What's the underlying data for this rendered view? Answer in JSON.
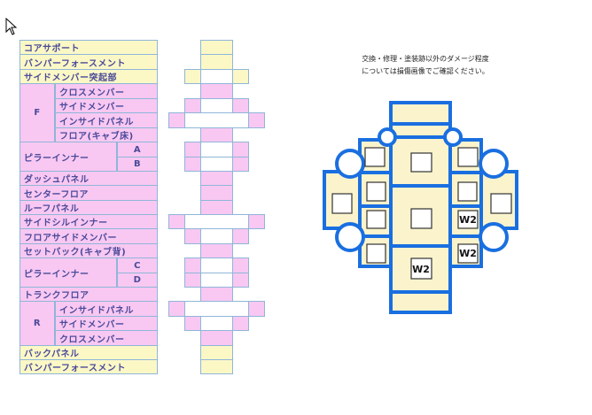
{
  "table": {
    "rows": [
      "コアサポート",
      "バンパーフォースメント",
      "サイドメンバー突起部"
    ],
    "f_group": {
      "label": "F",
      "items": [
        "クロスメンバー",
        "サイドメンバー",
        "インサイドパネル",
        "フロア(キャブ床)"
      ]
    },
    "pillar_front": {
      "label": "ピラーインナー",
      "subs": [
        "A",
        "B"
      ]
    },
    "mid_rows": [
      "ダッシュパネル",
      "センターフロア",
      "ルーフパネル",
      "サイドシルインナー",
      "フロアサイドメンバー",
      "セットバック(キャブ背)"
    ],
    "pillar_rear": {
      "label": "ピラーインナー",
      "subs": [
        "C",
        "D"
      ]
    },
    "trunk": "トランクフロア",
    "r_group": {
      "label": "R",
      "items": [
        "インサイドパネル",
        "サイドメンバー",
        "クロスメンバー"
      ]
    },
    "end_rows": [
      "バックパネル",
      "バンパーフォースメント"
    ]
  },
  "note": {
    "line1": "交換・修理・塗装跡以外のダメージ程度",
    "line2": "については損傷画像でご確認ください。"
  },
  "car_diagram": {
    "marks": {
      "right_mid": "W2",
      "right_rear": "W2",
      "center_rear": "W2"
    }
  },
  "colors": {
    "yellow": "#fbf8c6",
    "pink": "#f8c8f2",
    "blue": "#1a6fe0"
  }
}
